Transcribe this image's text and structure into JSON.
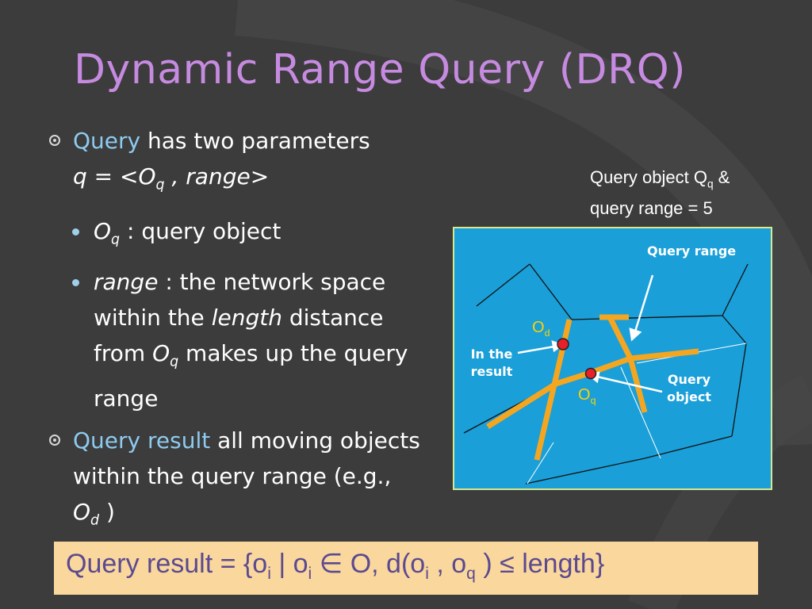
{
  "slide": {
    "title": "Dynamic Range Query (DRQ)",
    "colors": {
      "background": "#3c3c3c",
      "title": "#c68be0",
      "accent": "#8ecbf0",
      "formula_bg": "#fad79c",
      "formula_text": "#5b4a90",
      "diagram_bg": "#1a9fd8",
      "road": "#f4a621",
      "point": "#e8202a"
    }
  },
  "bullets": {
    "b1": {
      "term": "Query",
      "rest": " has two parameters",
      "formula_pre": "q = <O",
      "formula_sub": "q",
      "formula_post": " , range>"
    },
    "b1a": {
      "term": "O",
      "term_sub": "q",
      "rest": " : query object"
    },
    "b1b": {
      "term": "range",
      "rest1": " : the network space within the ",
      "term2": "length",
      "rest2": " distance from ",
      "term3": "O",
      "term3_sub": "q",
      "rest3": " makes up the query range"
    },
    "b2": {
      "term": "Query result",
      "rest": " all moving objects within the query range (e.g., ",
      "term2": "O",
      "term2_sub": "d",
      "rest2": " )"
    }
  },
  "caption": {
    "line1_pre": "Query object Q",
    "line1_sub": "q",
    "line1_post": " &",
    "line2": "query range = 5"
  },
  "diagram": {
    "label_query_range": "Query range",
    "label_in_result": "In the result",
    "label_query_object": "Query object",
    "label_od": "O",
    "label_od_sub": "d",
    "label_oq": "O",
    "label_oq_sub": "q"
  },
  "formula": {
    "p1": "Query result  = {o",
    "s1": "i",
    "p2": " | o",
    "s2": "i",
    "p3": " ∈ O, d(o",
    "s3": "i",
    "p4": " , o",
    "s4": "q",
    "p5": " ) ≤  length}"
  }
}
